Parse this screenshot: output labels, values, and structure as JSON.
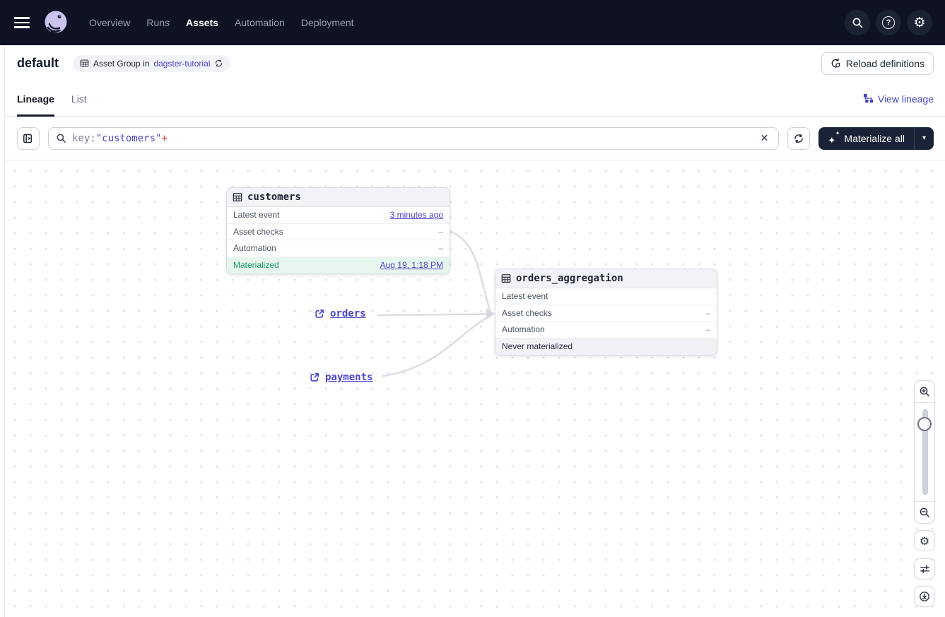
{
  "nav": {
    "items": [
      {
        "label": "Overview"
      },
      {
        "label": "Runs"
      },
      {
        "label": "Assets"
      },
      {
        "label": "Automation"
      },
      {
        "label": "Deployment"
      }
    ]
  },
  "header": {
    "title": "default",
    "badge": {
      "prefix": "Asset Group in",
      "link": "dagster-tutorial"
    },
    "reload_label": "Reload definitions"
  },
  "tabs": {
    "items": [
      {
        "label": "Lineage"
      },
      {
        "label": "List"
      }
    ],
    "view_lineage_label": "View lineage"
  },
  "toolbar": {
    "search": {
      "key_prefix": "key:",
      "term": "\"customers\"",
      "operator": "+"
    },
    "materialize_label": "Materialize all"
  },
  "graph": {
    "nodes": [
      {
        "title": "customers",
        "rows": [
          {
            "label": "Latest event",
            "value": "3 minutes ago"
          },
          {
            "label": "Asset checks",
            "value": "–"
          },
          {
            "label": "Automation",
            "value": "–"
          },
          {
            "label": "Materialized",
            "value": "Aug 19, 1:18 PM"
          }
        ]
      },
      {
        "title": "orders_aggregation",
        "rows": [
          {
            "label": "Latest event",
            "value": ""
          },
          {
            "label": "Asset checks",
            "value": "–"
          },
          {
            "label": "Automation",
            "value": "–"
          },
          {
            "label": "Never materialized",
            "value": ""
          }
        ]
      }
    ],
    "external_assets": [
      {
        "label": "orders"
      },
      {
        "label": "payments"
      }
    ]
  },
  "icons": {
    "clear": "✕",
    "caret": "▾",
    "gear": "⚙",
    "help": "?",
    "sparkle_large": "✦",
    "sparkle_small": "✦"
  },
  "colors": {
    "nav_bg": "#0E1222",
    "accent_indigo": "#4745C9",
    "link_blue": "#4342BE",
    "success_text": "#1C9B62",
    "success_bg": "#E7F6EE",
    "never_bg": "#F1F2F5",
    "operator_red": "#C33A2F",
    "dark_button_bg": "#1A2237",
    "edge_gray": "#DBDDE4"
  }
}
